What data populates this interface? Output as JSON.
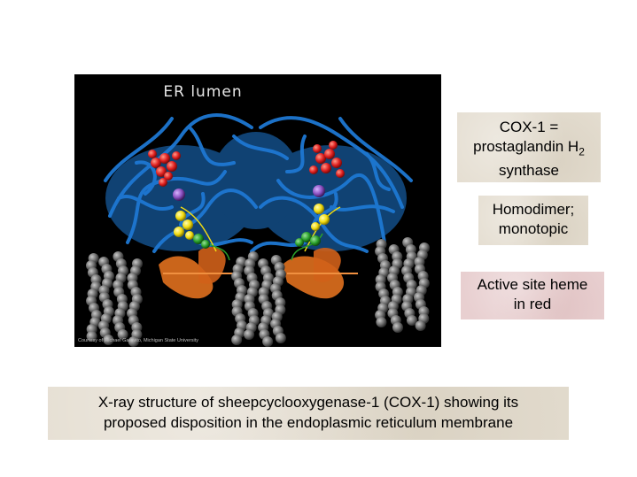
{
  "figure": {
    "label": "ER lumen",
    "credit": "Courtesy of Michael Garavito, Michigan State University"
  },
  "boxes": {
    "cox_title": "COX-1 =",
    "cox_line2": "prostaglandin H",
    "cox_sub": "2",
    "cox_line3": "synthase",
    "homodimer_line1": "Homodimer;",
    "homodimer_line2": "monotopic",
    "heme_line1": "Active site heme",
    "heme_line2": "in red"
  },
  "caption": {
    "line1": "X-ray structure of sheepcyclooxygenase-1 (COX-1) showing its",
    "line2": "proposed disposition in the endoplasmic reticulum membrane"
  },
  "colors": {
    "protein_blue": "#1e78d2",
    "membrane_domain_orange": "#e0701e",
    "heme_red": "#e02020",
    "helix_gray": "#6e6e6e",
    "yellow": "#f2dc10",
    "green": "#2aa02a",
    "purple": "#8a4fc0"
  }
}
